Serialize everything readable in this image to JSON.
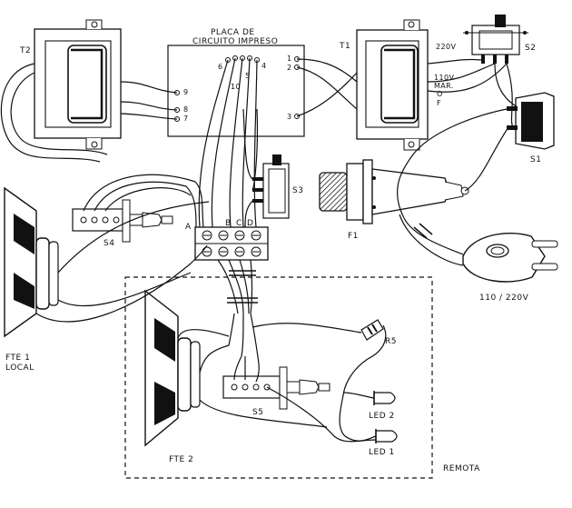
{
  "labels": {
    "board_title_1": "PLACA DE",
    "board_title_2": "CIRCUITO IMPRESO",
    "t1": "T1",
    "t2": "T2",
    "v220": "220V",
    "v110": "110V",
    "mar": "MAR.",
    "off_o": "O",
    "off_f": "F",
    "s1": "S1",
    "s2": "S2",
    "s3": "S3",
    "s4": "S4",
    "s5": "S5",
    "f1": "F1",
    "r5": "R5",
    "led2": "LED 2",
    "led1": "LED 1",
    "fte1_a": "FTE 1",
    "fte1_b": "LOCAL",
    "fte2": "FTE 2",
    "remota": "REMOTA",
    "mains": "110 / 220V",
    "term_a": "A",
    "term_b": "B",
    "term_c": "C",
    "term_d": "D",
    "pin_1": "1",
    "pin_2": "2",
    "pin_3": "3",
    "pin_4": "4",
    "pin_5": "5",
    "pin_6": "6",
    "pin_7": "7",
    "pin_8": "8",
    "pin_9": "9",
    "pin_10": "10"
  },
  "colors": {
    "ink": "#111111",
    "paper": "#ffffff"
  }
}
